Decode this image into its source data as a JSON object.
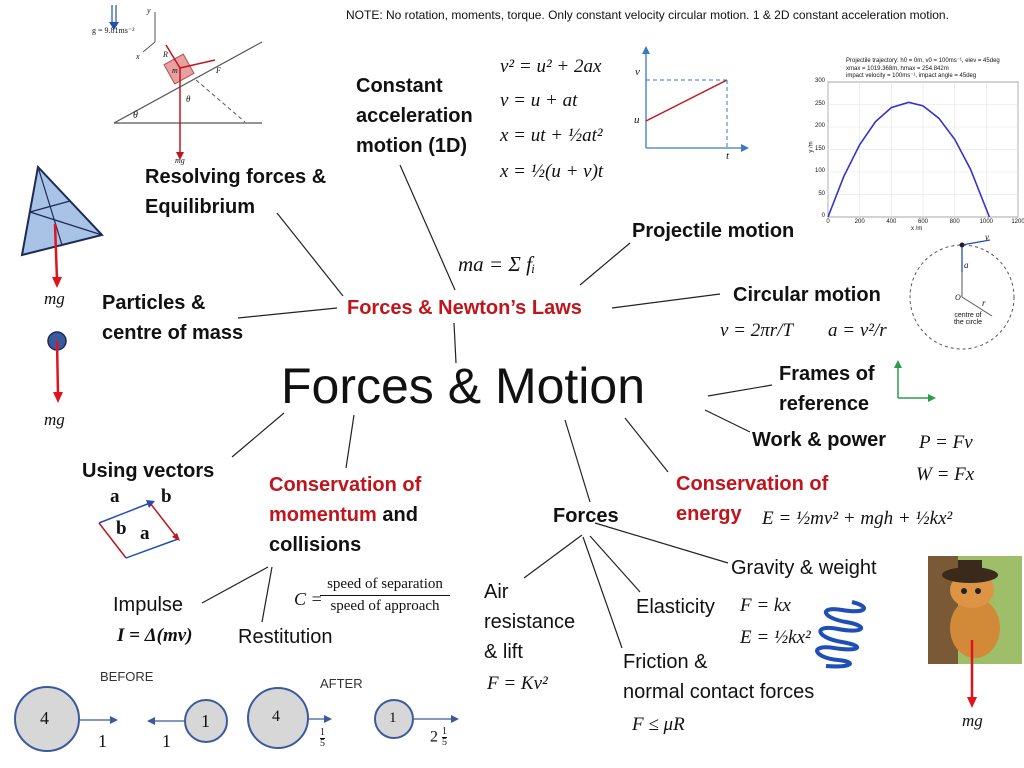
{
  "note": "NOTE:   No rotation, moments, torque. Only constant velocity circular motion. 1 & 2D constant acceleration motion.",
  "title": "Forces & Motion",
  "center_topic": "Forces & Newton’s Laws",
  "newton_eq": "ma = Σ fᵢ",
  "topics": {
    "constant_acceleration": [
      "Constant",
      "acceleration",
      "motion (1D)"
    ],
    "resolving_forces": [
      "Resolving forces &",
      "Equilibrium"
    ],
    "particles": [
      "Particles &",
      "centre of mass"
    ],
    "projectile": "Projectile motion",
    "circular": "Circular motion",
    "frames": [
      "Frames of",
      "reference"
    ],
    "work_power": "Work & power",
    "using_vectors": "Using vectors",
    "cons_momentum": [
      "Conservation of",
      "momentum",
      " and",
      "collisions"
    ],
    "cons_energy": [
      "Conservation of",
      "energy"
    ],
    "forces": "Forces",
    "gravity": "Gravity & weight",
    "elasticity": "Elasticity",
    "air": [
      "Air",
      "resistance",
      "& lift"
    ],
    "friction": [
      "Friction &",
      "normal contact forces"
    ],
    "impulse": "Impulse",
    "restitution": "Restitution"
  },
  "equations": {
    "kin1": "v² = u² + 2ax",
    "kin2": "v = u + at",
    "kin3": "x = ut + ½at²",
    "kin4": "x = ½(u + v)t",
    "circ_v": "v = 2πr/T",
    "circ_a": "a = v²/r",
    "power": "P = Fv",
    "work": "W = Fx",
    "energy": "E = ½mv² + mgh + ½kx²",
    "hooke_f": "F = kx",
    "hooke_e": "E = ½kx²",
    "air_f": "F = Kv²",
    "friction_f": "F ≤ μR",
    "impulse_eq": "I = Δ(mv)",
    "restitution_c": "C =",
    "restitution_num": "speed of separation",
    "restitution_den": "speed of approach"
  },
  "labels": {
    "mg": "mg",
    "before": "BEFORE",
    "after": "AFTER",
    "ball_before_left": "4",
    "ball_before_right": "1",
    "ball_after_left": "4",
    "ball_after_right": "1",
    "speed_before_left": "1",
    "speed_before_right": "1",
    "speed_after_left_num": "1",
    "speed_after_left_den": "5",
    "speed_after_right_whole": "2",
    "speed_after_right_num": "1",
    "speed_after_right_den": "5",
    "vec_a_top": "a",
    "vec_b_top": "b",
    "vec_b_left": "b",
    "vec_a_bottom": "a",
    "g_value": "g = 9.81ms⁻²",
    "incline_R": "R",
    "incline_F": "F",
    "incline_m": "m",
    "incline_theta": "θ",
    "incline_x": "x",
    "incline_y": "y",
    "vt_v": "v",
    "vt_u": "u",
    "vt_t": "t",
    "circle_v": "v",
    "circle_a": "a",
    "circle_r": "r",
    "circle_o": "O",
    "circle_centre": "centre of the circle"
  },
  "projectile_chart": {
    "title_lines": [
      "Projectile trajectory: h0 = 0m, v0 = 100ms⁻¹, elev = 45deg",
      "xmax = 1019.368m, hmax = 254.842m",
      "impact velocity = 100ms⁻¹, impact angle = 45deg"
    ],
    "xlabel": "x /m",
    "ylabel": "y /m",
    "xticks": [
      "0",
      "200",
      "400",
      "600",
      "800",
      "1000",
      "1200"
    ],
    "yticks": [
      "0",
      "50",
      "100",
      "150",
      "200",
      "250",
      "300"
    ]
  },
  "chart_data": {
    "type": "line",
    "title": "Projectile trajectory: h0 = 0m, v0 = 100ms⁻¹, elev = 45deg",
    "xlabel": "x /m",
    "ylabel": "y /m",
    "xlim": [
      0,
      1200
    ],
    "ylim": [
      0,
      300
    ],
    "series": [
      {
        "x": [
          0,
          100,
          200,
          300,
          400,
          509.684,
          600,
          700,
          800,
          900,
          1019.368
        ],
        "y": [
          0,
          90.19,
          160.75,
          211.69,
          243.0,
          254.842,
          246.9,
          219.6,
          172.7,
          106.3,
          0
        ]
      }
    ],
    "color": "#3333cc"
  },
  "colors": {
    "red": "#c0151d",
    "blue_line": "#3333cc",
    "triangle_fill": "#a8c3e6",
    "ball_fill": "#d7d7d7",
    "spring": "#1f4fb4",
    "arrow_red": "#e0141c"
  }
}
